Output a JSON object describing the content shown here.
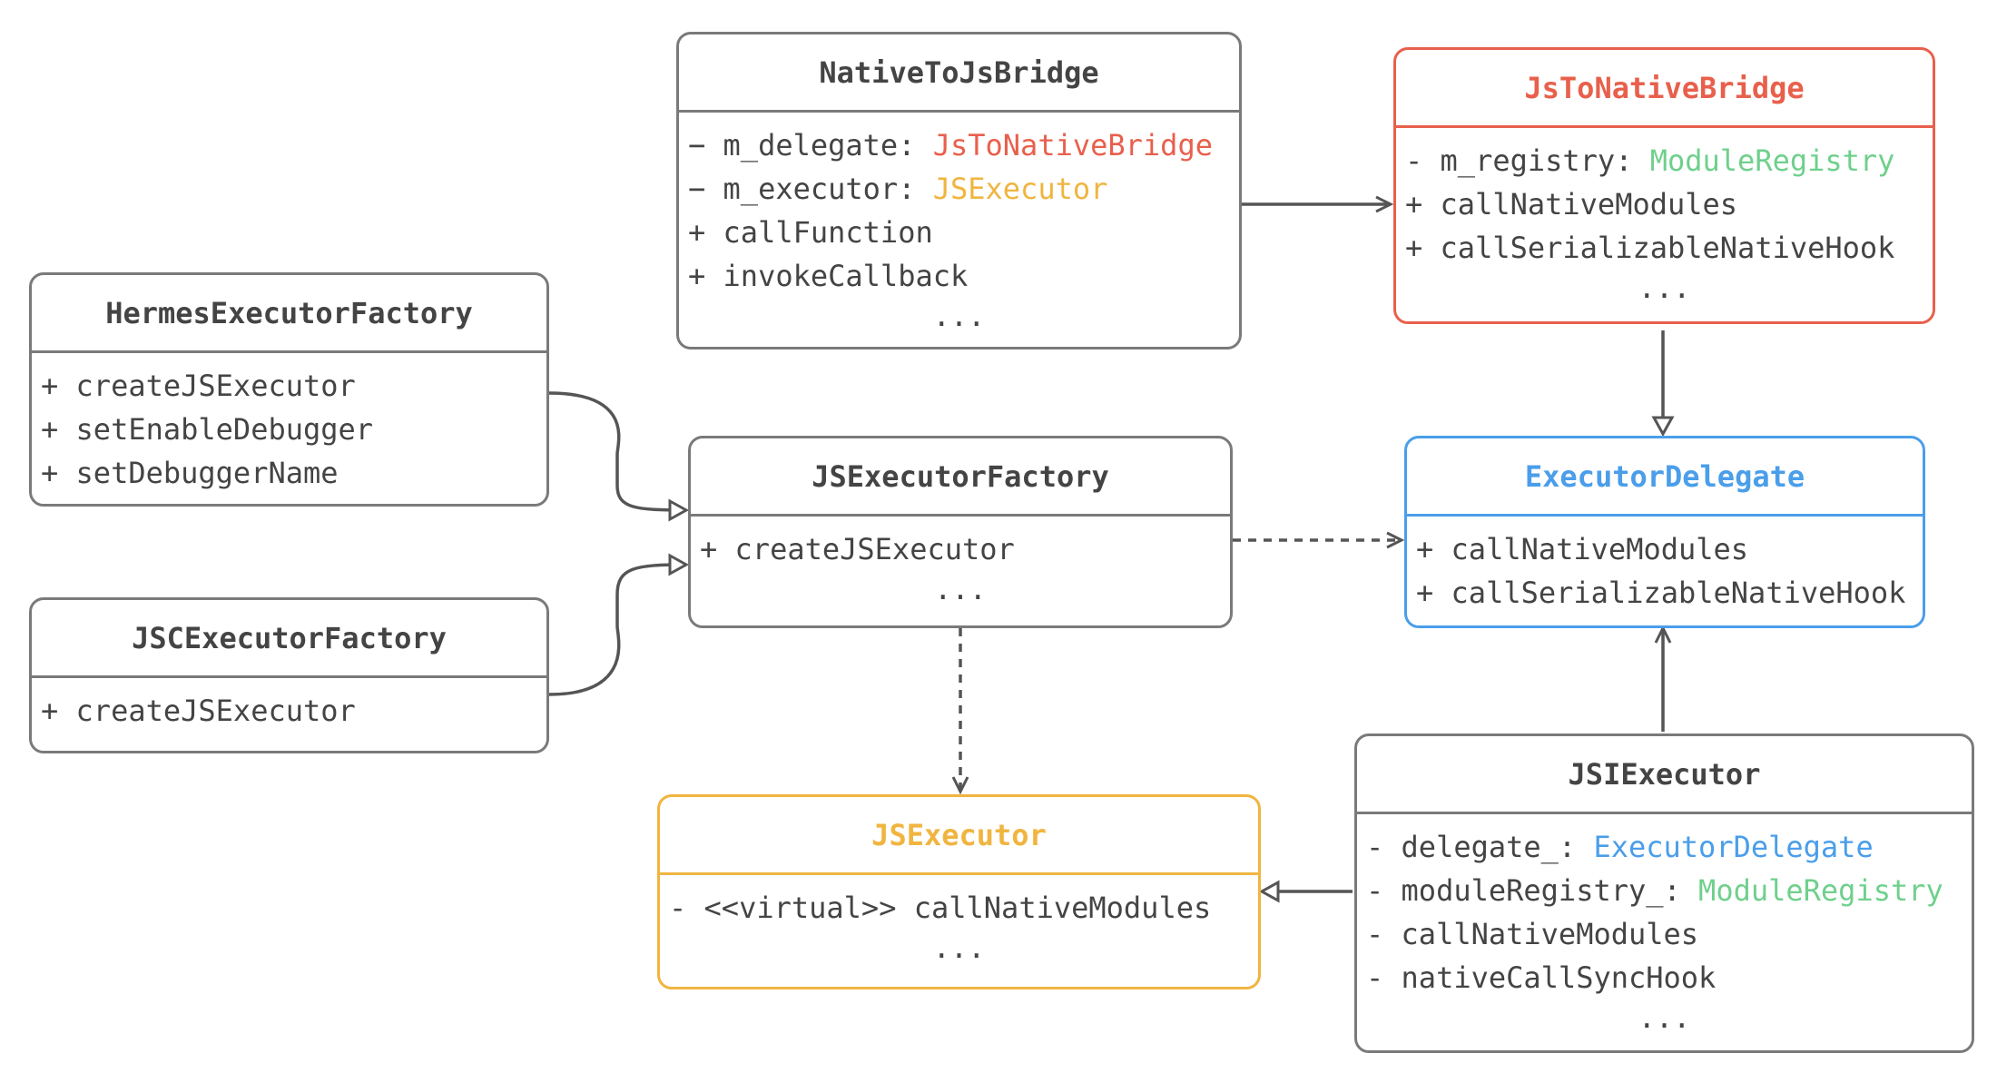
{
  "classes": {
    "native_to_js_bridge": {
      "title": "NativeToJsBridge",
      "members": [
        {
          "prefix": "− ",
          "name": "m_delegate: ",
          "type": "JsToNativeBridge"
        },
        {
          "prefix": "− ",
          "name": "m_executor: ",
          "type": "JSExecutor"
        },
        {
          "prefix": "+ ",
          "name": "callFunction",
          "type": ""
        },
        {
          "prefix": "+ ",
          "name": "invokeCallback",
          "type": ""
        }
      ],
      "ellipsis": "..."
    },
    "js_to_native_bridge": {
      "title": "JsToNativeBridge",
      "members": [
        {
          "prefix": "- ",
          "name": "m_registry: ",
          "type": "ModuleRegistry"
        },
        {
          "prefix": "+ ",
          "name": "callNativeModules",
          "type": ""
        },
        {
          "prefix": "+ ",
          "name": "callSerializableNativeHook",
          "type": ""
        }
      ],
      "ellipsis": "..."
    },
    "hermes_executor_factory": {
      "title": "HermesExecutorFactory",
      "members": [
        {
          "prefix": "+ ",
          "name": "createJSExecutor",
          "type": ""
        },
        {
          "prefix": "+ ",
          "name": "setEnableDebugger",
          "type": ""
        },
        {
          "prefix": "+ ",
          "name": "setDebuggerName",
          "type": ""
        }
      ]
    },
    "js_executor_factory": {
      "title": "JSExecutorFactory",
      "members": [
        {
          "prefix": "+ ",
          "name": "createJSExecutor",
          "type": ""
        }
      ],
      "ellipsis": "..."
    },
    "executor_delegate": {
      "title": "ExecutorDelegate",
      "members": [
        {
          "prefix": "+ ",
          "name": "callNativeModules",
          "type": ""
        },
        {
          "prefix": "+ ",
          "name": "callSerializableNativeHook",
          "type": ""
        }
      ]
    },
    "jsc_executor_factory": {
      "title": "JSCExecutorFactory",
      "members": [
        {
          "prefix": "+ ",
          "name": "createJSExecutor",
          "type": ""
        }
      ]
    },
    "js_executor": {
      "title": "JSExecutor",
      "members": [
        {
          "prefix": "- ",
          "name": "<<virtual>> callNativeModules",
          "type": ""
        }
      ],
      "ellipsis": "..."
    },
    "jsi_executor": {
      "title": "JSIExecutor",
      "members": [
        {
          "prefix": "- ",
          "name": "delegate_: ",
          "type": "ExecutorDelegate"
        },
        {
          "prefix": "- ",
          "name": "moduleRegistry_: ",
          "type": "ModuleRegistry"
        },
        {
          "prefix": "- ",
          "name": "callNativeModules",
          "type": ""
        },
        {
          "prefix": "- ",
          "name": "nativeCallSyncHook",
          "type": ""
        }
      ],
      "ellipsis": "..."
    }
  },
  "colors": {
    "border_default": "#7a7a7a",
    "text_default": "#444444",
    "red": "#e8604c",
    "orange": "#f0b540",
    "green": "#6fd08c",
    "blue": "#4a9eea",
    "edge": "#555555"
  }
}
